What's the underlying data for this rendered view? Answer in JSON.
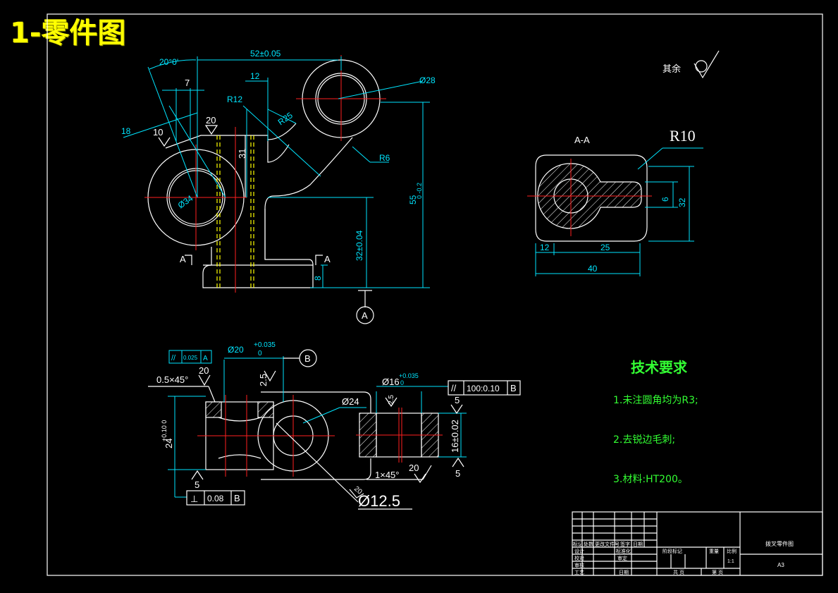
{
  "title": "1-零件图",
  "surface": {
    "label": "其余"
  },
  "main_view": {
    "dim_width": "52±0.05",
    "dim_angle": "20°0'",
    "dim_7": "7",
    "dim_12": "12",
    "dim_r12": "R12",
    "dim_phi28": "Ø28",
    "dim_18": "18",
    "dim_10": "10",
    "dim_20": "20",
    "dim_31": "31",
    "dim_r6": "R6",
    "dim_r25": "R25",
    "dim_phi34": "Ø34",
    "dim_height": "55",
    "dim_height_tol": "0 -0.2",
    "dim_32": "32±0.04",
    "dim_8": "8",
    "section_left": "A",
    "section_right": "A",
    "datum": "A"
  },
  "section_view": {
    "label": "A-A",
    "radius": "R10",
    "dim_6": "6",
    "dim_32": "32",
    "dim_12": "12",
    "dim_25": "25",
    "dim_40": "40"
  },
  "bottom_view": {
    "frame_sym": "//",
    "frame_val": "0.025",
    "frame_ref": "A",
    "dim_phi20": "Ø20",
    "dim_phi20_tol_up": "+0.035",
    "dim_phi20_tol_lo": "0",
    "datum_b": "B",
    "chamfer_1": "0.5×45°",
    "rough_20a": "20",
    "rough_25": "2.5",
    "dim_phi16": "Ø16",
    "dim_phi16_tol_up": "+0.035",
    "dim_phi16_tol_lo": "0",
    "rough_25b": "2.5",
    "frame2_sym": "//",
    "frame2_val": "100:0.10",
    "frame2_ref": "B",
    "rough_5a": "5",
    "dim_phi24": "Ø24",
    "dim_24": "24",
    "dim_24_tol": "+0.10 0",
    "dim_16": "16±0.02",
    "chamfer_2": "1×45°",
    "rough_20b": "20",
    "rough_5b": "5",
    "rough_5c": "5",
    "frame3_sym": "⊥",
    "frame3_val": "0.08",
    "frame3_ref": "B",
    "rough_20c": "20",
    "dim_phi125": "Ø12.5"
  },
  "tech_req": {
    "heading": "技术要求",
    "item1": "1.未注圆角均为R3;",
    "item2": "2.去锐边毛刺;",
    "item3": "3.材料:HT200。"
  },
  "title_block": {
    "part_name": "拨叉零件图",
    "sheet_size": "A3",
    "row_labels": [
      "标记",
      "处数",
      "更改文件号",
      "签字",
      "日期"
    ],
    "design": "设计",
    "check": "校对",
    "review": "审核",
    "process": "工艺",
    "standard": "标准化",
    "approve": "审定",
    "date": "日期",
    "stage_mark": "阶段标记",
    "weight": "重量",
    "scale": "比例",
    "scale_val": "1:1",
    "total": "共 页",
    "sheet": "第 页"
  }
}
